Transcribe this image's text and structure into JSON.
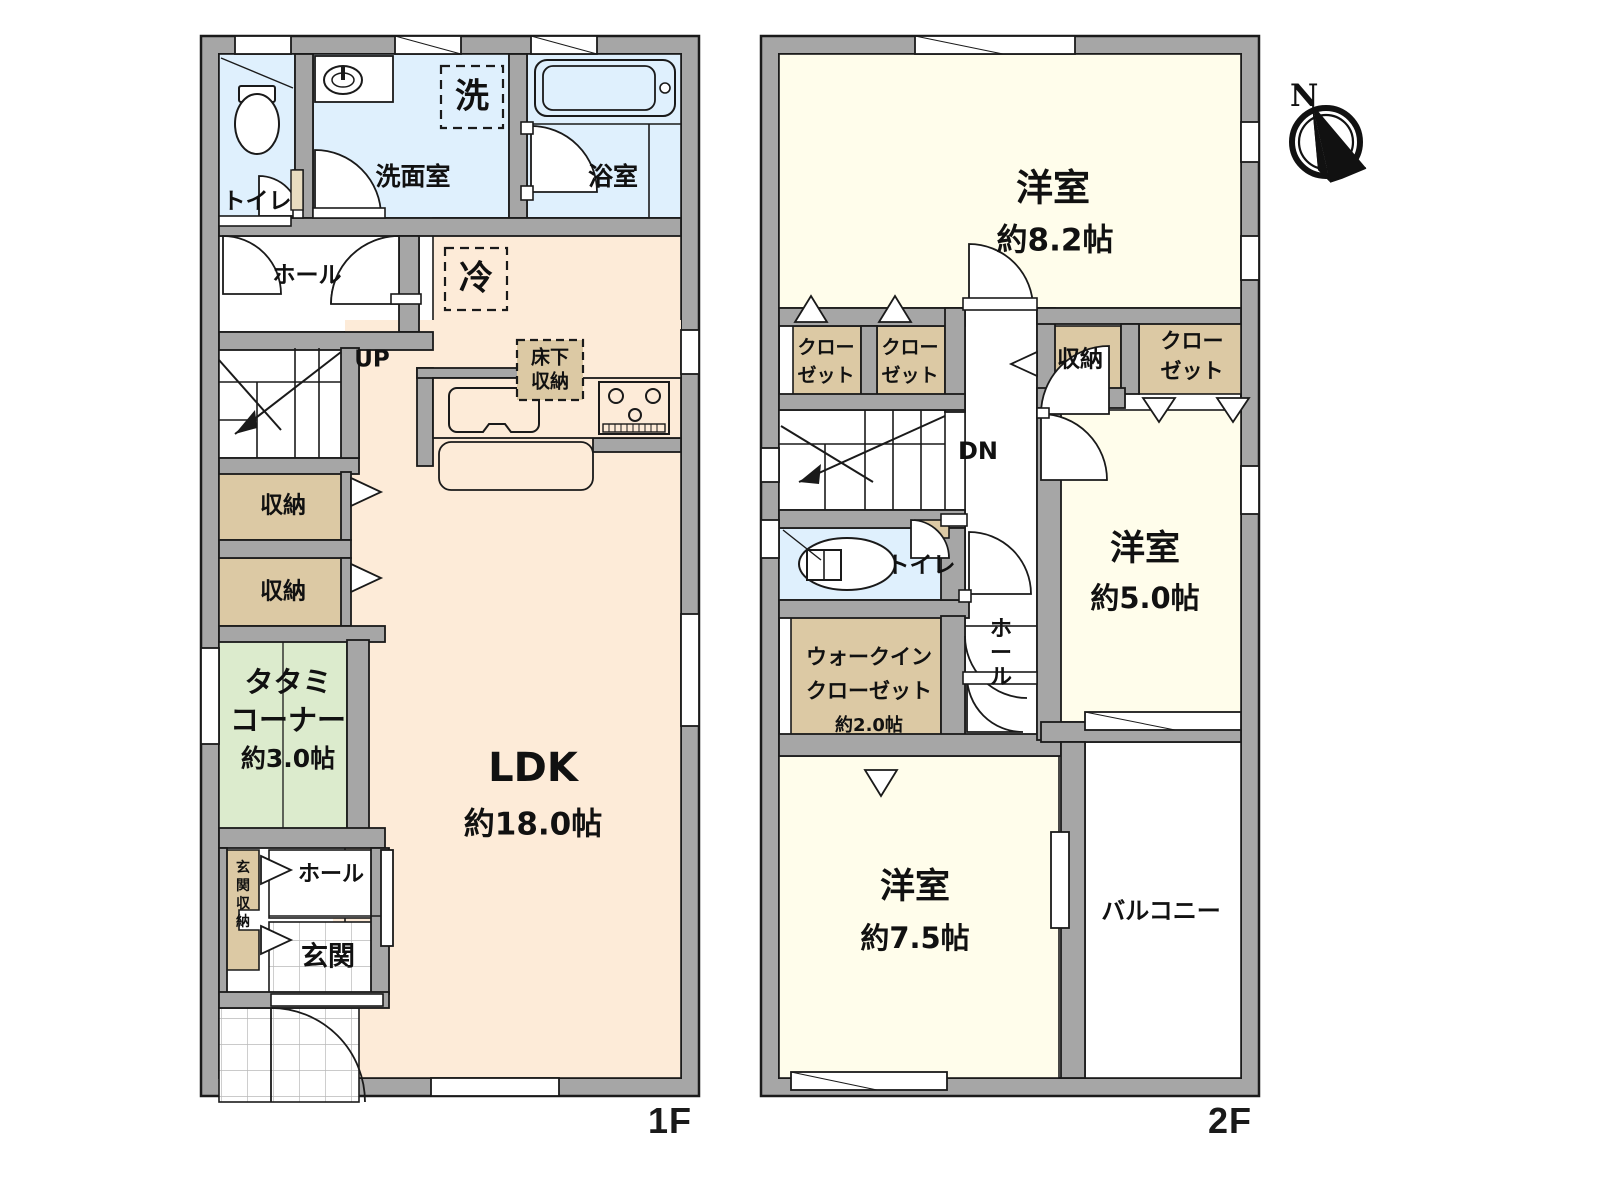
{
  "document": {
    "type": "floor-plan",
    "floors": [
      {
        "id": "1F",
        "label": "1F"
      },
      {
        "id": "2F",
        "label": "2F"
      }
    ],
    "compass": {
      "north_label": "N",
      "name": "compass-rose"
    }
  },
  "floor1": {
    "label": "1F",
    "rooms": [
      {
        "key": "toilet",
        "name": "トイレ",
        "area": "",
        "fill": "bath"
      },
      {
        "key": "washroom",
        "name": "洗面室",
        "area": "",
        "fill": "bath"
      },
      {
        "key": "bath",
        "name": "浴室",
        "area": "",
        "fill": "bath"
      },
      {
        "key": "hall_upper",
        "name": "ホール",
        "area": "",
        "fill": "white"
      },
      {
        "key": "storage_a",
        "name": "収納",
        "area": "",
        "fill": "tan"
      },
      {
        "key": "storage_b",
        "name": "収納",
        "area": "",
        "fill": "tan"
      },
      {
        "key": "tatami",
        "name": "タタミ",
        "name2": "コーナー",
        "area": "約3.0帖",
        "fill": "green"
      },
      {
        "key": "ldk",
        "name": "LDK",
        "area": "約18.0帖",
        "fill": "ldk"
      },
      {
        "key": "hall_lower",
        "name": "ホール",
        "area": "",
        "fill": "white"
      },
      {
        "key": "genkan",
        "name": "玄関",
        "area": "",
        "fill": "white"
      },
      {
        "key": "genkan_shuno",
        "name": "玄関収納",
        "area": "",
        "fill": "tan"
      }
    ],
    "markers": [
      {
        "key": "washer",
        "label": "洗",
        "style": "dashed-box"
      },
      {
        "key": "fridge",
        "label": "冷",
        "style": "dashed-box"
      },
      {
        "key": "underfloor",
        "label": "床下",
        "label2": "収納",
        "style": "dashed-box-tan"
      },
      {
        "key": "stair_up",
        "label": "UP",
        "style": "plain"
      }
    ]
  },
  "floor2": {
    "label": "2F",
    "rooms": [
      {
        "key": "bed_82",
        "name": "洋室",
        "area": "約8.2帖",
        "fill": "room"
      },
      {
        "key": "closet_1",
        "name": "クロー",
        "name2": "ゼット",
        "area": "",
        "fill": "tan"
      },
      {
        "key": "closet_2",
        "name": "クロー",
        "name2": "ゼット",
        "area": "",
        "fill": "tan"
      },
      {
        "key": "shuno",
        "name": "収納",
        "area": "",
        "fill": "tan"
      },
      {
        "key": "closet_3",
        "name": "クロー",
        "name2": "ゼット",
        "area": "",
        "fill": "tan"
      },
      {
        "key": "toilet2",
        "name": "トイレ",
        "area": "",
        "fill": "bath"
      },
      {
        "key": "hall2",
        "name": "ホール",
        "area": "",
        "fill": "white"
      },
      {
        "key": "wic",
        "name": "ウォークイン",
        "name2": "クローゼット",
        "area": "約2.0帖",
        "fill": "tan"
      },
      {
        "key": "bed_50",
        "name": "洋室",
        "area": "約5.0帖",
        "fill": "room"
      },
      {
        "key": "bed_75",
        "name": "洋室",
        "area": "約7.5帖",
        "fill": "room"
      },
      {
        "key": "balcony",
        "name": "バルコニー",
        "area": "",
        "fill": "white"
      }
    ],
    "markers": [
      {
        "key": "stair_dn",
        "label": "DN",
        "style": "plain"
      }
    ]
  },
  "colors": {
    "wall": "#a6a6a6",
    "wall_line": "#1a1a1a",
    "ldk_fill": "#fdebd8",
    "room_fill": "#fffdeb",
    "bath_fill": "#dff0fd",
    "tan_fill": "#dcc9a4",
    "green_fill": "#dcebcd",
    "white_fill": "#ffffff",
    "text": "#111111"
  }
}
